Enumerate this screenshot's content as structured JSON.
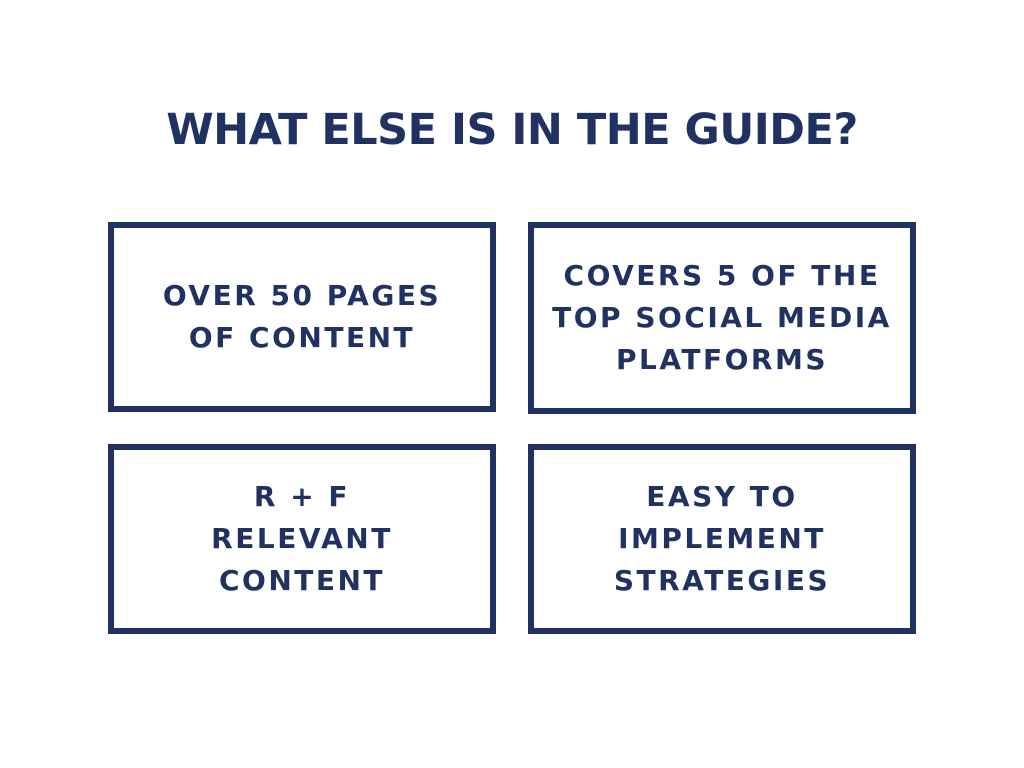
{
  "title": "WHAT ELSE IS IN THE GUIDE?",
  "cards": [
    {
      "text": "OVER 50 PAGES\nOF CONTENT"
    },
    {
      "text": "COVERS 5 OF THE\nTOP SOCIAL MEDIA\nPLATFORMS"
    },
    {
      "text": "R + F\nRELEVANT\nCONTENT"
    },
    {
      "text": "EASY TO\nIMPLEMENT\nSTRATEGIES"
    }
  ],
  "colors": {
    "accent": "#1f3261",
    "background": "#ffffff"
  }
}
